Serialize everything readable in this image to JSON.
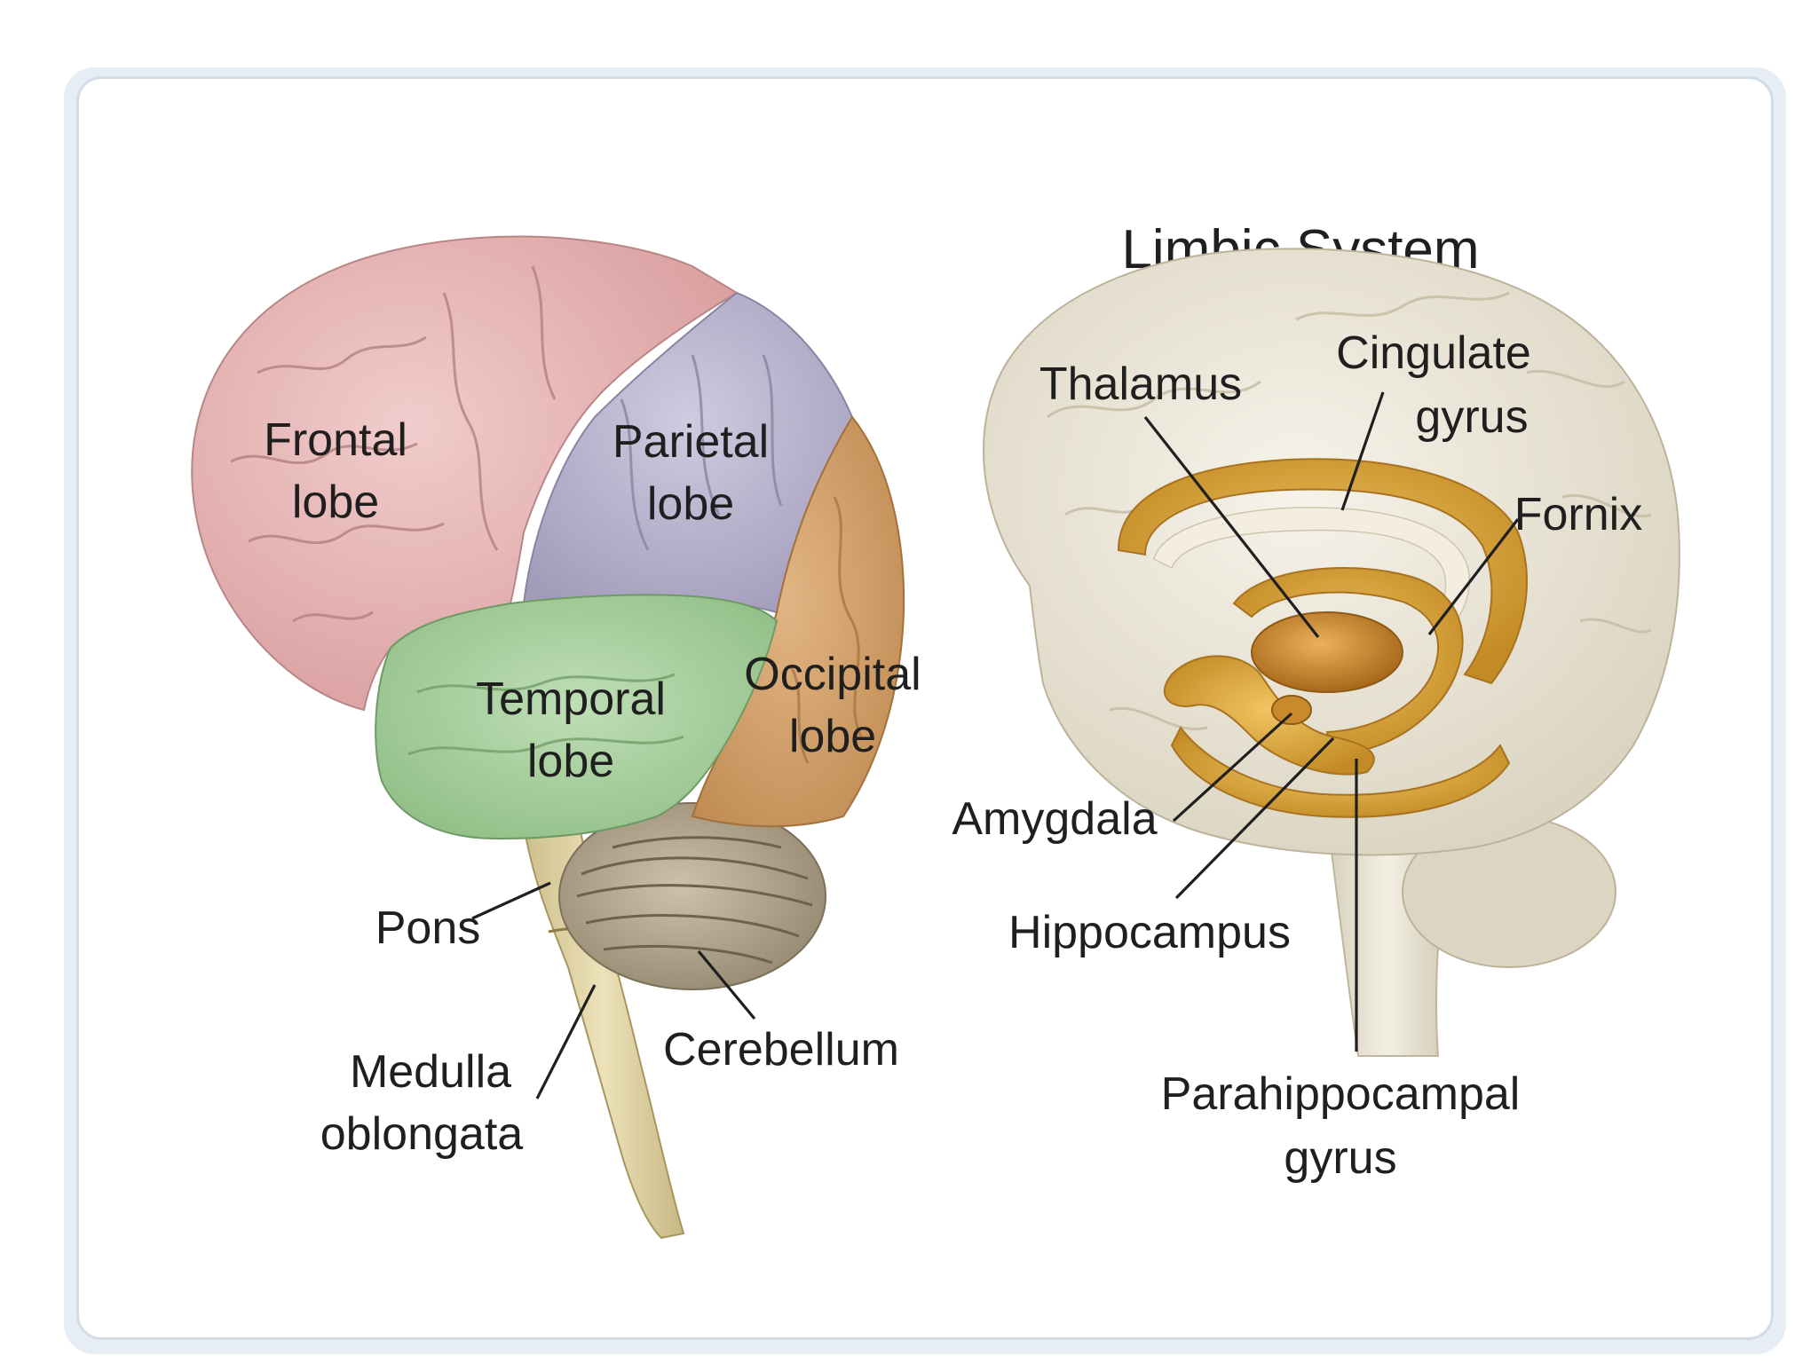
{
  "left_diagram": {
    "labels": {
      "frontal_lobe": [
        "Frontal",
        "lobe"
      ],
      "parietal_lobe": [
        "Parietal",
        "lobe"
      ],
      "temporal_lobe": [
        "Temporal",
        "lobe"
      ],
      "occipital_lobe": [
        "Occipital",
        "lobe"
      ],
      "pons": "Pons",
      "cerebellum": "Cerebellum",
      "medulla_oblongata": [
        "Medulla",
        "oblongata"
      ]
    },
    "colors": {
      "frontal": "#e6b6b6",
      "parietal": "#b9b4cc",
      "temporal": "#a9cf9f",
      "occipital": "#d3a06a",
      "cerebellum": "#b8aa92",
      "brainstem": "#e3d6a8"
    }
  },
  "right_diagram": {
    "title": "Limbic System",
    "labels": {
      "thalamus": "Thalamus",
      "cingulate_gyrus": [
        "Cingulate",
        "gyrus"
      ],
      "fornix": "Fornix",
      "amygdala": "Amygdala",
      "hippocampus": "Hippocampus",
      "parahippocampal_gyrus": [
        "Parahippocampal",
        "gyrus"
      ]
    },
    "colors": {
      "brain": "#ebe6d8",
      "limbic": "#d9a63e",
      "limbic_dark": "#b47a1c"
    }
  }
}
